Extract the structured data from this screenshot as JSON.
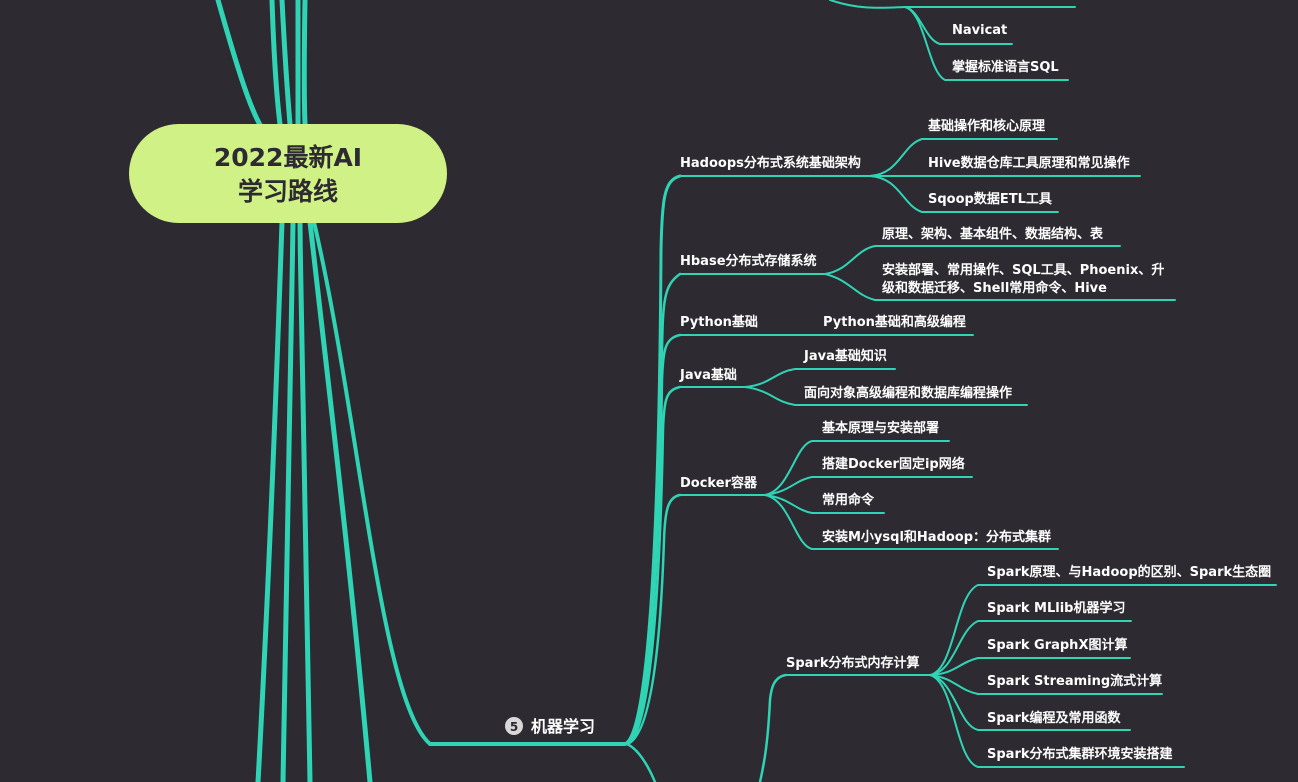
{
  "colors": {
    "background": "#2d2a31",
    "branch": "#2fd4b5",
    "root_fill": "#cff185",
    "root_text": "#2d2a31",
    "text": "#ffffff"
  },
  "root": {
    "line1": "2022最新AI",
    "line2": "学习路线"
  },
  "branch5": {
    "number": "5",
    "label": "机器学习"
  },
  "db_tail": {
    "item1": "Navicat",
    "item2": "掌握标准语言SQL"
  },
  "hadoop": {
    "label": "Hadoops分布式系统基础架构",
    "children": [
      "基础操作和核心原理",
      "Hive数据仓库工具原理和常见操作",
      "Sqoop数据ETL工具"
    ]
  },
  "hbase": {
    "label": "Hbase分布式存储系统",
    "child1": "原理、架构、基本组件、数据结构、表",
    "child2_line1": "安装部署、常用操作、SQL工具、Phoenix、升",
    "child2_line2": "级和数据迁移、Shell常用命令、Hive"
  },
  "python": {
    "label": "Python基础",
    "child": "Python基础和高级编程"
  },
  "java": {
    "label": "Java基础",
    "children": [
      "Java基础知识",
      "面向对象高级编程和数据库编程操作"
    ]
  },
  "docker": {
    "label": "Docker容器",
    "children": [
      "基本原理与安装部署",
      "搭建Docker固定ip网络",
      "常用命令",
      "安装M小ysql和Hadoop：分布式集群"
    ]
  },
  "spark": {
    "label": "Spark分布式内存计算",
    "children": [
      "Spark原理、与Hadoop的区别、Spark生态圈",
      "Spark MLlib机器学习",
      "Spark GraphX图计算",
      "Spark Streaming流式计算",
      "Spark编程及常用函数",
      "Spark分布式集群环境安装搭建"
    ]
  }
}
